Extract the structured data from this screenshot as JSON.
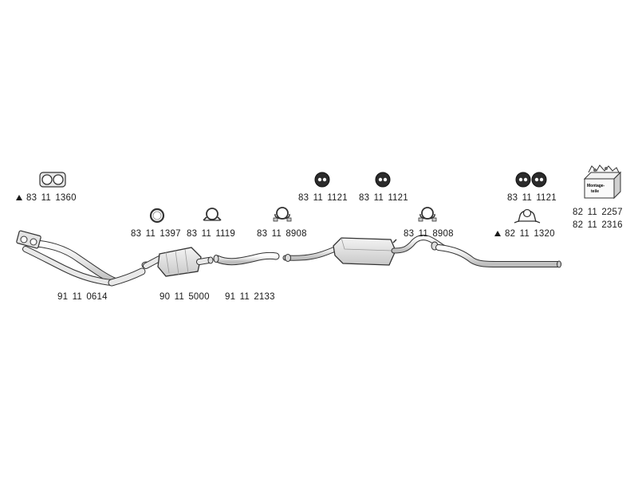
{
  "parts": {
    "gasket": "83 11 1360",
    "ring": "83 11 1397",
    "clamp_a": "83 11 1119",
    "clamp_b_left": "83 11 8908",
    "rubber_1": "83 11 1121",
    "rubber_2": "83 11 1121",
    "clamp_b_right": "83 11 8908",
    "rubber_pair": "83 11 1121",
    "hanger": "82 11 1320",
    "kit_1": "82 11 2257",
    "kit_2": "82 11 2316",
    "front_pipe": "91 11 0614",
    "catalyst": "90 11 5000",
    "middle_pipe": "91 11 2133"
  },
  "kit_box_text": [
    "Montage-",
    "teile"
  ],
  "colors": {
    "stroke": "#333333",
    "fill": "#e8e8e8",
    "shade": "#bdbdbd"
  }
}
